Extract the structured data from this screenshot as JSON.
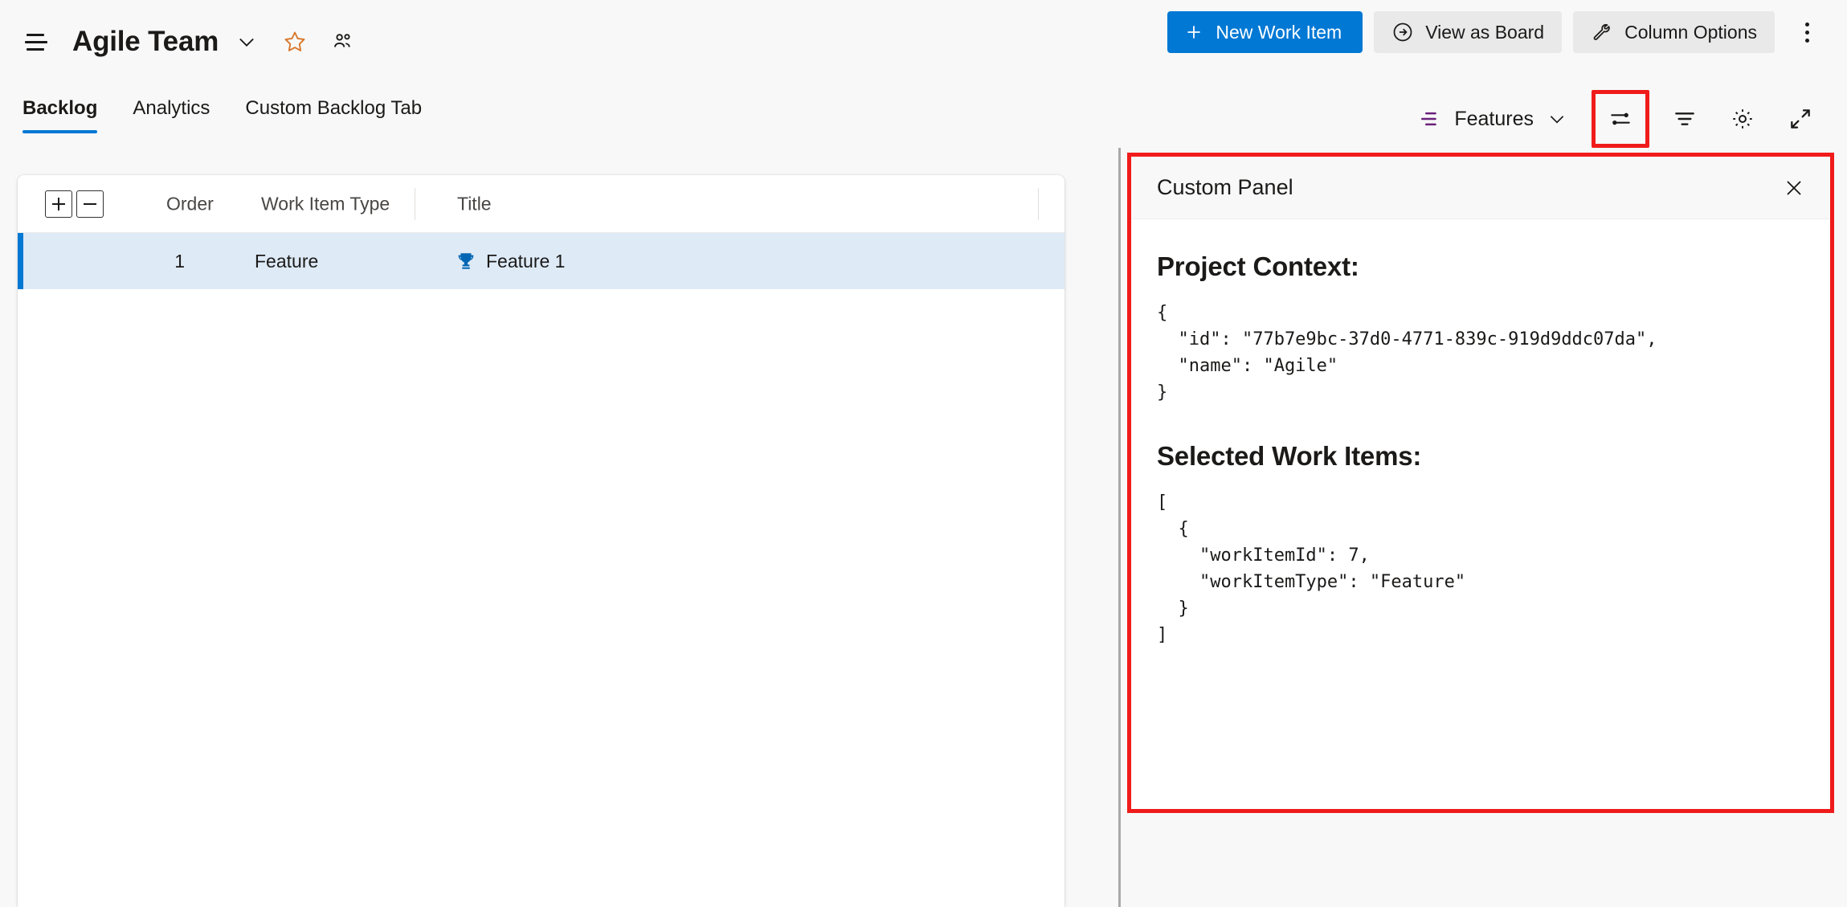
{
  "header": {
    "menu_icon": "hamburger-icon",
    "team_name": "Agile Team",
    "team_chevron_icon": "chevron-down-icon",
    "favorite_icon": "star-icon",
    "members_icon": "people-icon",
    "favorite_color": "#d8762a",
    "buttons": {
      "new_work_item": "New Work Item",
      "new_work_item_icon": "plus-icon",
      "view_as_board": "View as Board",
      "view_as_board_icon": "arrow-right-circle-icon",
      "column_options": "Column Options",
      "column_options_icon": "wrench-icon",
      "more_icon": "kebab-more-icon"
    },
    "accent_color": "#0078d4",
    "secondary_button_color": "#e9e9e9"
  },
  "tabs": [
    {
      "label": "Backlog",
      "active": true
    },
    {
      "label": "Analytics",
      "active": false
    },
    {
      "label": "Custom Backlog Tab",
      "active": false
    }
  ],
  "toolbar": {
    "level_icon": "backlog-levels-icon",
    "level_icon_color": "#68217a",
    "level_label": "Features",
    "level_chevron_icon": "chevron-down-icon",
    "icons": [
      {
        "name": "view-options-sliders-icon",
        "highlighted": true
      },
      {
        "name": "filter-icon",
        "highlighted": false
      },
      {
        "name": "gear-icon",
        "highlighted": false
      },
      {
        "name": "fullscreen-expand-icon",
        "highlighted": false
      }
    ],
    "highlight_color": "#f01b1b"
  },
  "backlog_table": {
    "expand_icon": "plus-box-icon",
    "collapse_icon": "minus-box-icon",
    "columns": [
      "Order",
      "Work Item Type",
      "Title"
    ],
    "rows": [
      {
        "order": "1",
        "work_item_type": "Feature",
        "title": "Feature 1",
        "type_icon": "trophy-icon",
        "type_icon_color": "#0065b3",
        "selected": true
      }
    ],
    "selected_row_bg": "#deeaf6",
    "selected_row_accent": "#0078d4"
  },
  "panel": {
    "title": "Custom Panel",
    "close_icon": "close-icon",
    "sections": [
      {
        "heading": "Project Context:",
        "code": "{\n  \"id\": \"77b7e9bc-37d0-4771-839c-919d9ddc07da\",\n  \"name\": \"Agile\"\n}"
      },
      {
        "heading": "Selected Work Items:",
        "code": "[\n  {\n    \"workItemId\": 7,\n    \"workItemType\": \"Feature\"\n  }\n]"
      }
    ]
  }
}
